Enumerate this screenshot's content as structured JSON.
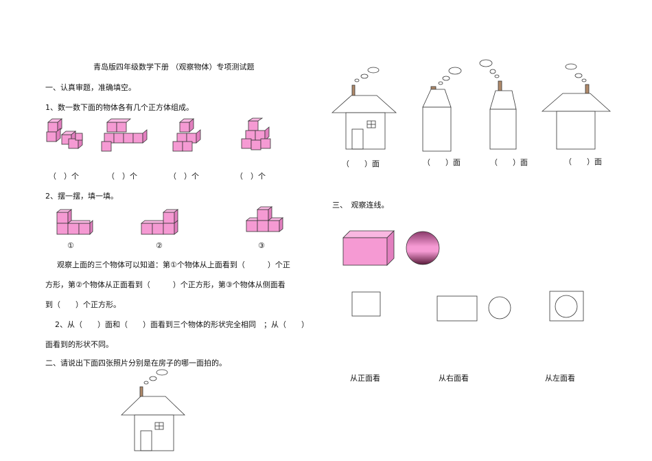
{
  "title": "青岛版四年级数学下册 （观察物体）专项测试题",
  "section1": {
    "heading": "一、认真审题，准确填空。",
    "q1": "1、数一数下面的物体各有几个正方体组成。",
    "q1_answers": [
      "（　）个",
      "（　）个",
      "（　）个",
      "（　）个"
    ],
    "q2": "2、摆一摆，填一填。",
    "q2_labels": [
      "①",
      "②",
      "③"
    ],
    "q2_text_line1": "观察上面的三个物体可以知道：第①个物体从上面看到（　　　）个正",
    "q2_text_line2": "方形，第②个物体从正面看到（　　　）个正方形，第③个物体从侧面看",
    "q2_text_line3": "到（　　）个正方形。",
    "q3_line1": "2、从（　　）面和（　　）面看到三个物体的形状完全相同　；从（　　）",
    "q3_line2": "面看到的形状不同。"
  },
  "section2": {
    "heading": "二、请说出下面四张照片分别是在房子的哪一面拍的。",
    "answers": [
      "（　　）面",
      "（　　）面",
      "（　　）面",
      "（　　）面"
    ]
  },
  "section3": {
    "heading": "三、　观察连线。",
    "views": [
      "从正面看",
      "从右面看",
      "从左面看"
    ]
  },
  "colors": {
    "cube_fill": "#f59ad3",
    "cube_top": "#f9b7e1",
    "cube_side": "#e27fbf",
    "line": "#333333"
  }
}
